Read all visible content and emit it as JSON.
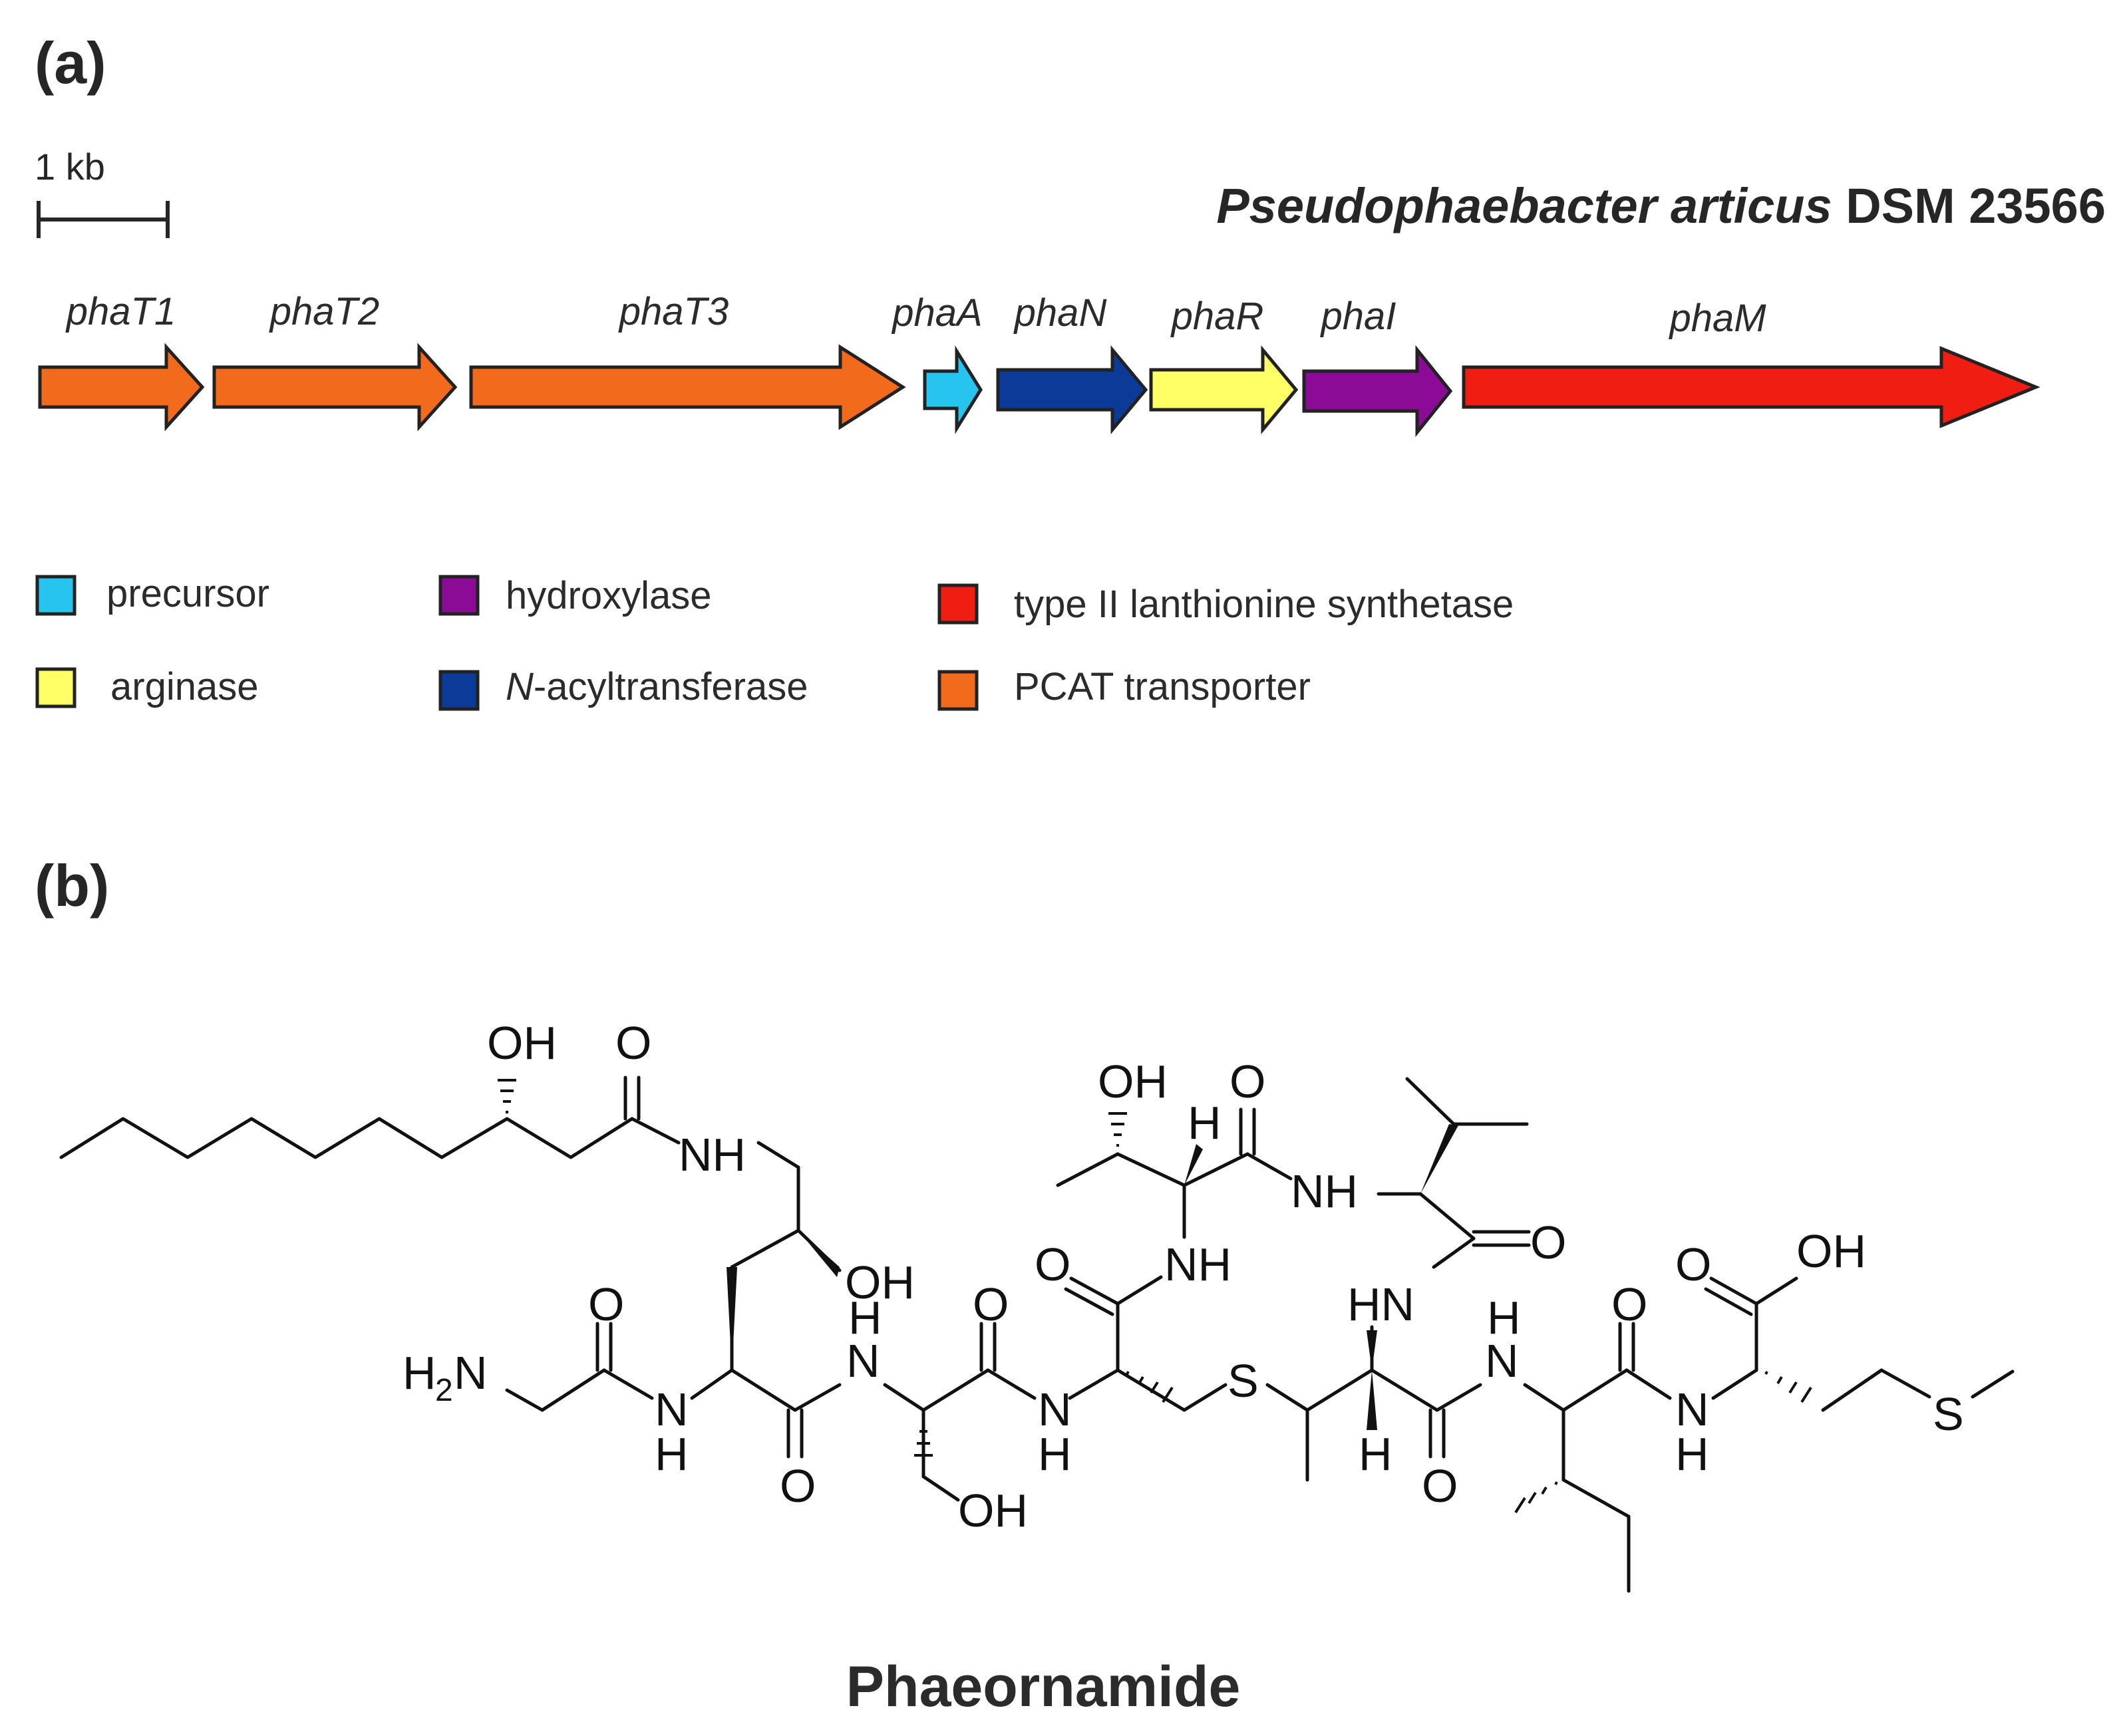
{
  "panel_a": {
    "label": "(a)",
    "scale_bar_label": "1 kb",
    "organism_italic": "Pseudophaebacter articus",
    "organism_strain": " DSM 23566",
    "genes": [
      {
        "name": "phaT1",
        "category": "PCAT transporter",
        "color": "#F26B1D"
      },
      {
        "name": "phaT2",
        "category": "PCAT transporter",
        "color": "#F26B1D"
      },
      {
        "name": "phaT3",
        "category": "PCAT transporter",
        "color": "#F26B1D"
      },
      {
        "name": "phaA",
        "category": "precursor",
        "color": "#27C4F0"
      },
      {
        "name": "phaN",
        "category": "N-acyltransferase",
        "color": "#0B3A98"
      },
      {
        "name": "phaR",
        "category": "arginase",
        "color": "#FFFF66"
      },
      {
        "name": "phaI",
        "category": "hydroxylase",
        "color": "#8B0A96"
      },
      {
        "name": "phaM",
        "category": "type II lanthionine synthetase",
        "color": "#F01E12"
      }
    ],
    "legend": {
      "precursor": "precursor",
      "arginase": "arginase",
      "hydroxylase": "hydroxylase",
      "n_acyl_prefix": "N",
      "n_acyl_rest": "-acyltransferase",
      "lanthionine": "type II lanthionine synthetase",
      "pcat": "PCAT transporter"
    }
  },
  "panel_b": {
    "label": "(b)",
    "compound_name": "Phaeornamide",
    "atoms": {
      "OH": "OH",
      "O": "O",
      "NH": "NH",
      "HN": "HN",
      "N": "N",
      "H": "H",
      "S": "S",
      "H2N_H": "H",
      "H2N_2": "2",
      "H2N_N": "N"
    }
  }
}
